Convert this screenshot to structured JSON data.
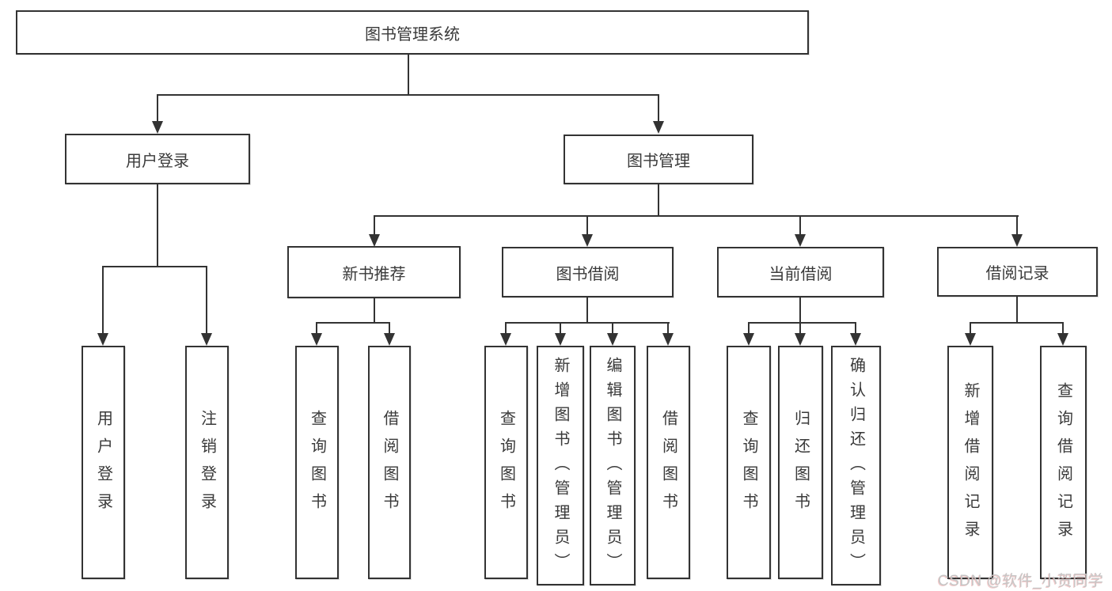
{
  "diagram": {
    "title": "图书管理系统",
    "root": {
      "label": "图书管理系统"
    },
    "level2": [
      {
        "label": "用户登录"
      },
      {
        "label": "图书管理"
      }
    ],
    "level3": [
      {
        "label": "新书推荐"
      },
      {
        "label": "图书借阅"
      },
      {
        "label": "当前借阅"
      },
      {
        "label": "借阅记录"
      }
    ],
    "leaves": {
      "user_login": [
        "用户登录",
        "注销登录"
      ],
      "new_book": [
        "查询图书",
        "借阅图书"
      ],
      "book_borrow": [
        "查询图书",
        "新增图书（管理员）",
        "编辑图书（管理员）",
        "借阅图书"
      ],
      "current_borrow": [
        "查询图书",
        "归还图书",
        "确认归还（管理员）"
      ],
      "borrow_record": [
        "新增借阅记录",
        "查询借阅记录"
      ]
    }
  },
  "watermark": {
    "text": "CSDN @软件_小贺同学"
  },
  "colors": {
    "line": "#333333",
    "text": "#3a3a3a",
    "watermark": "#c6c6c6",
    "background": "#ffffff"
  }
}
